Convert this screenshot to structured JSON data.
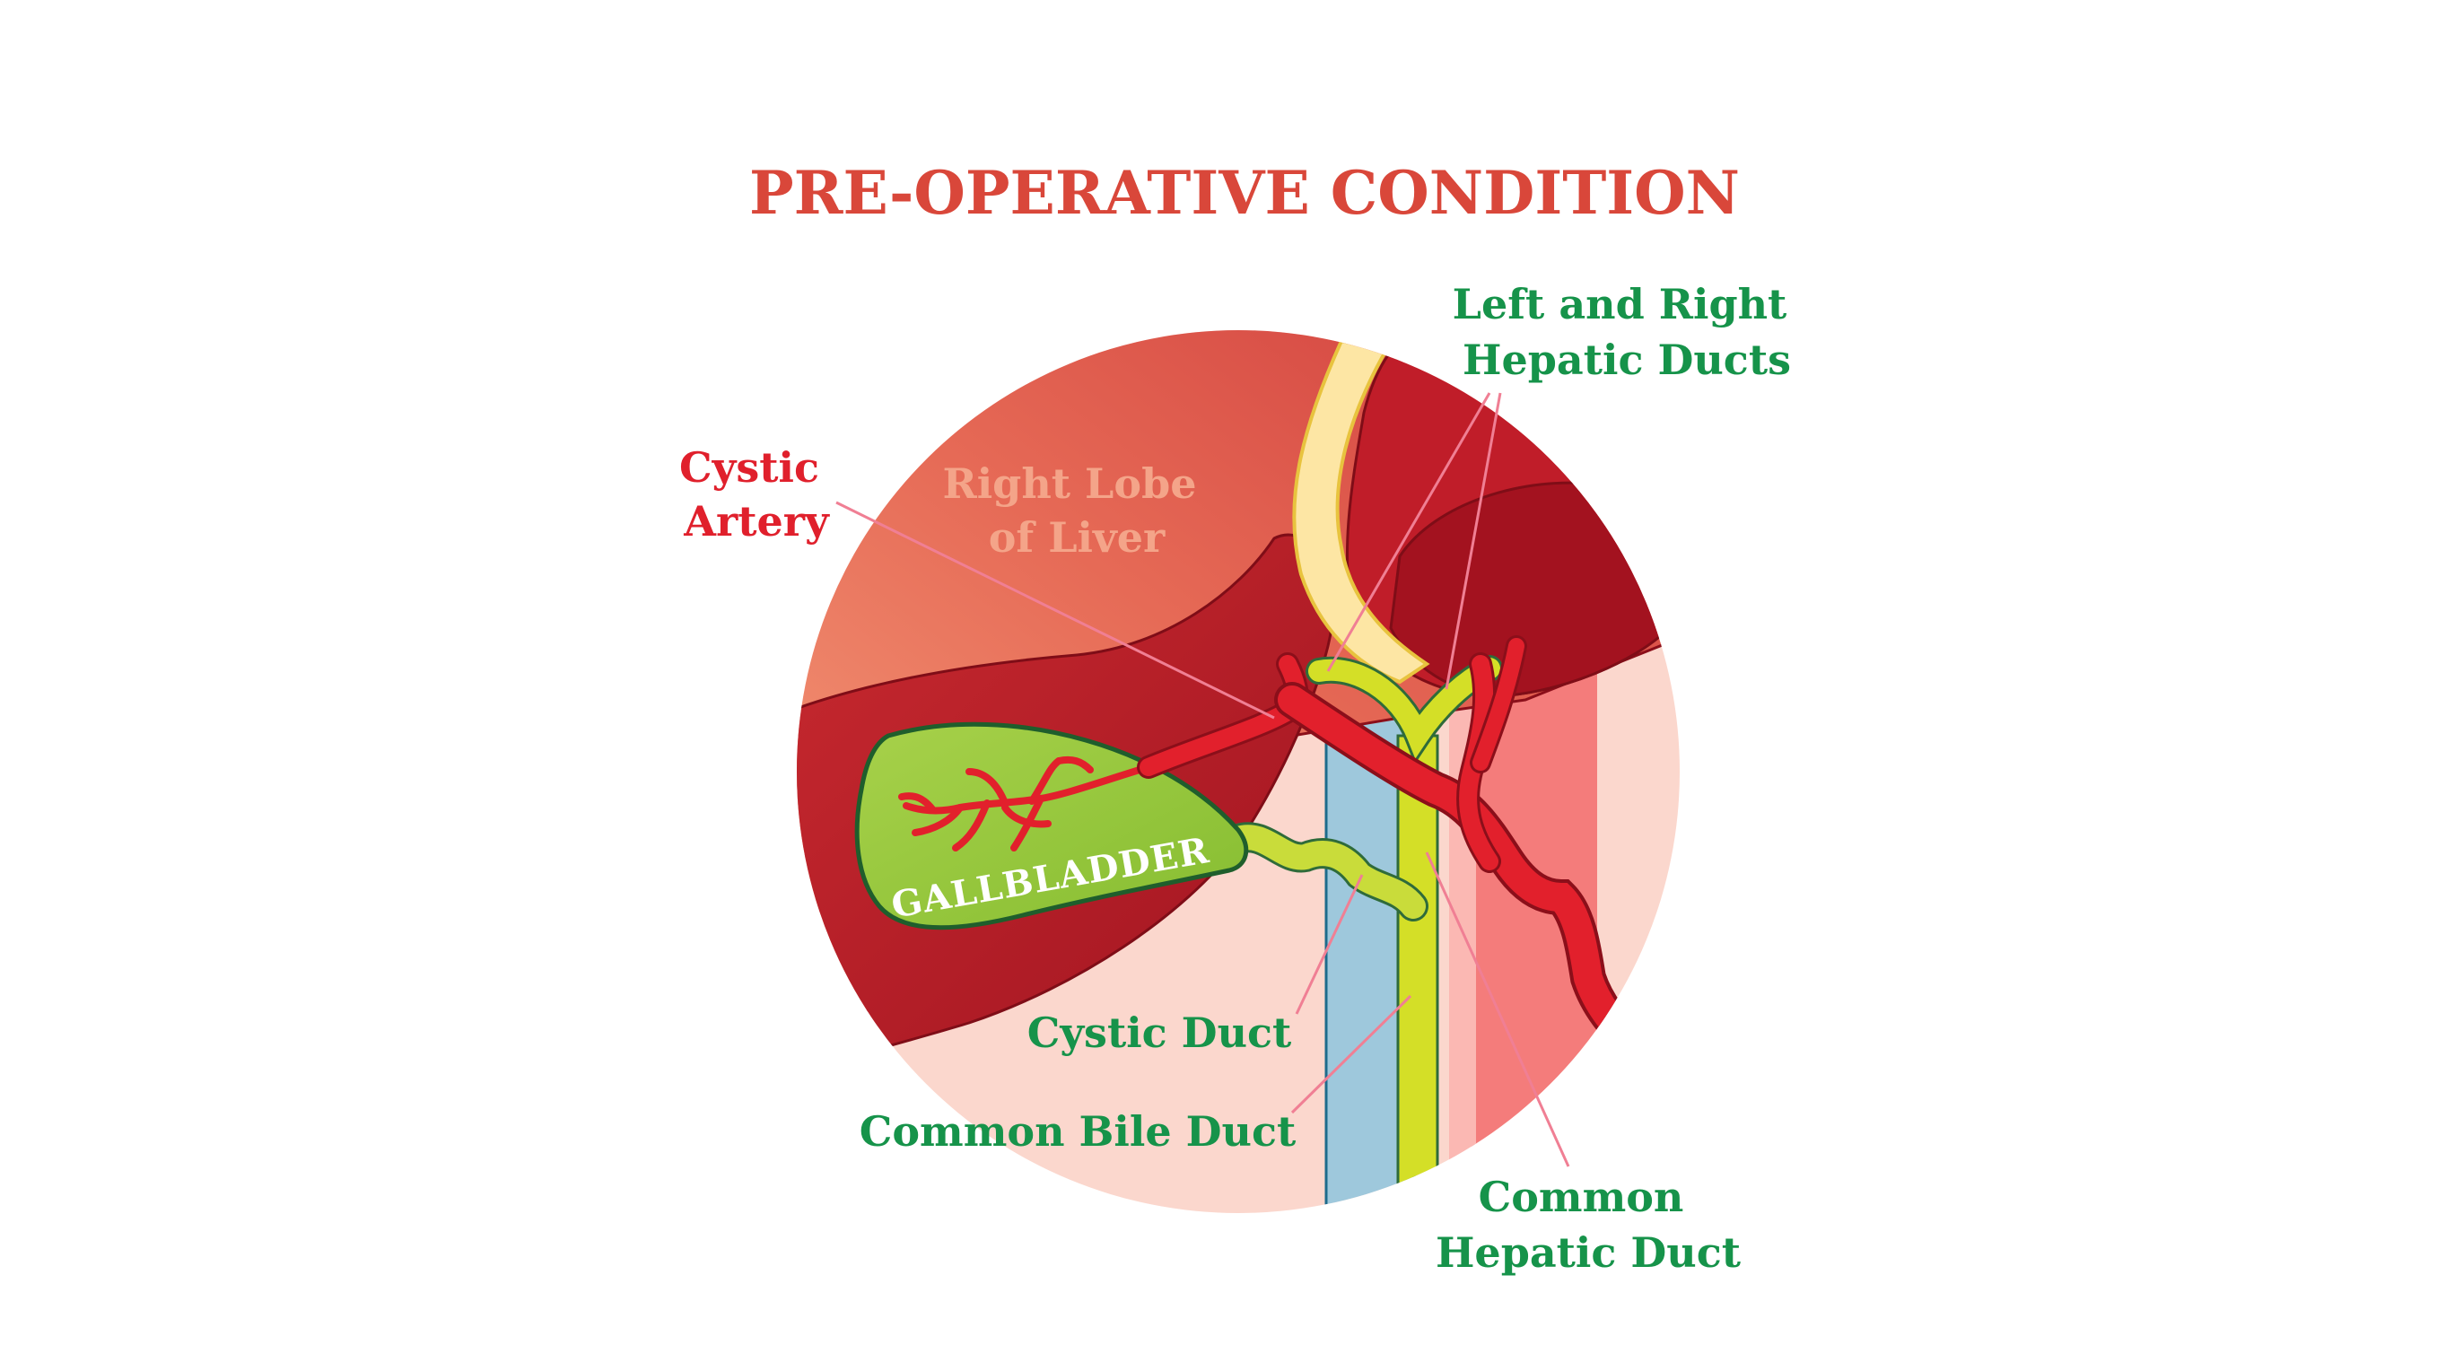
{
  "title": "PRE-OPERATIVE CONDITION",
  "labels": {
    "cystic_artery": [
      "Cystic",
      "Artery"
    ],
    "right_lobe": [
      "Right Lobe",
      "of Liver"
    ],
    "hepatic_ducts": [
      "Left and Right",
      "Hepatic Ducts"
    ],
    "gallbladder": "GALLBLADDER",
    "cystic_duct": "Cystic Duct",
    "common_bile_duct": "Common Bile Duct",
    "common_hepatic_duct": [
      "Common",
      "Hepatic Duct"
    ]
  },
  "colors": {
    "title": "#d9473a",
    "artery_label": "#e0202c",
    "duct_label": "#16934a",
    "right_lobe_label": "#f4a489",
    "gallbladder": "#9acb3c",
    "liver_light": "#e8745e",
    "liver_dark": "#b31a25",
    "background_tissue": "#fbd7cd",
    "portal_vein": "#9ec8dc",
    "bile_duct": "#d4df27",
    "artery": "#e2202c",
    "pointer_line": "#f07f94"
  }
}
